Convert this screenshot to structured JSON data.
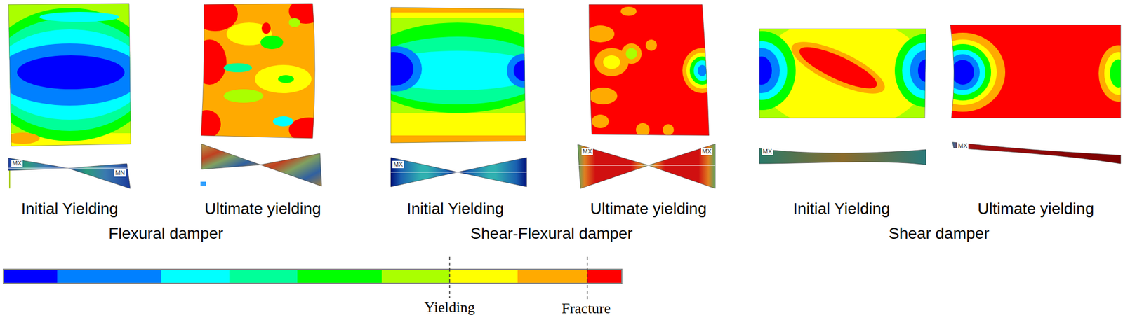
{
  "diagram": {
    "labels": [
      "MX",
      "MN",
      "MX",
      "MX",
      "MX",
      "MX",
      "MX",
      "Initial Yielding",
      "Ultimate yielding",
      "Initial Yielding",
      "Ultimate yielding",
      "Initial Yielding",
      "Ultimate yielding",
      "Flexural damper",
      "Shear-Flexural damper",
      "Shear damper",
      "Yielding",
      "Fracture"
    ]
  }
}
